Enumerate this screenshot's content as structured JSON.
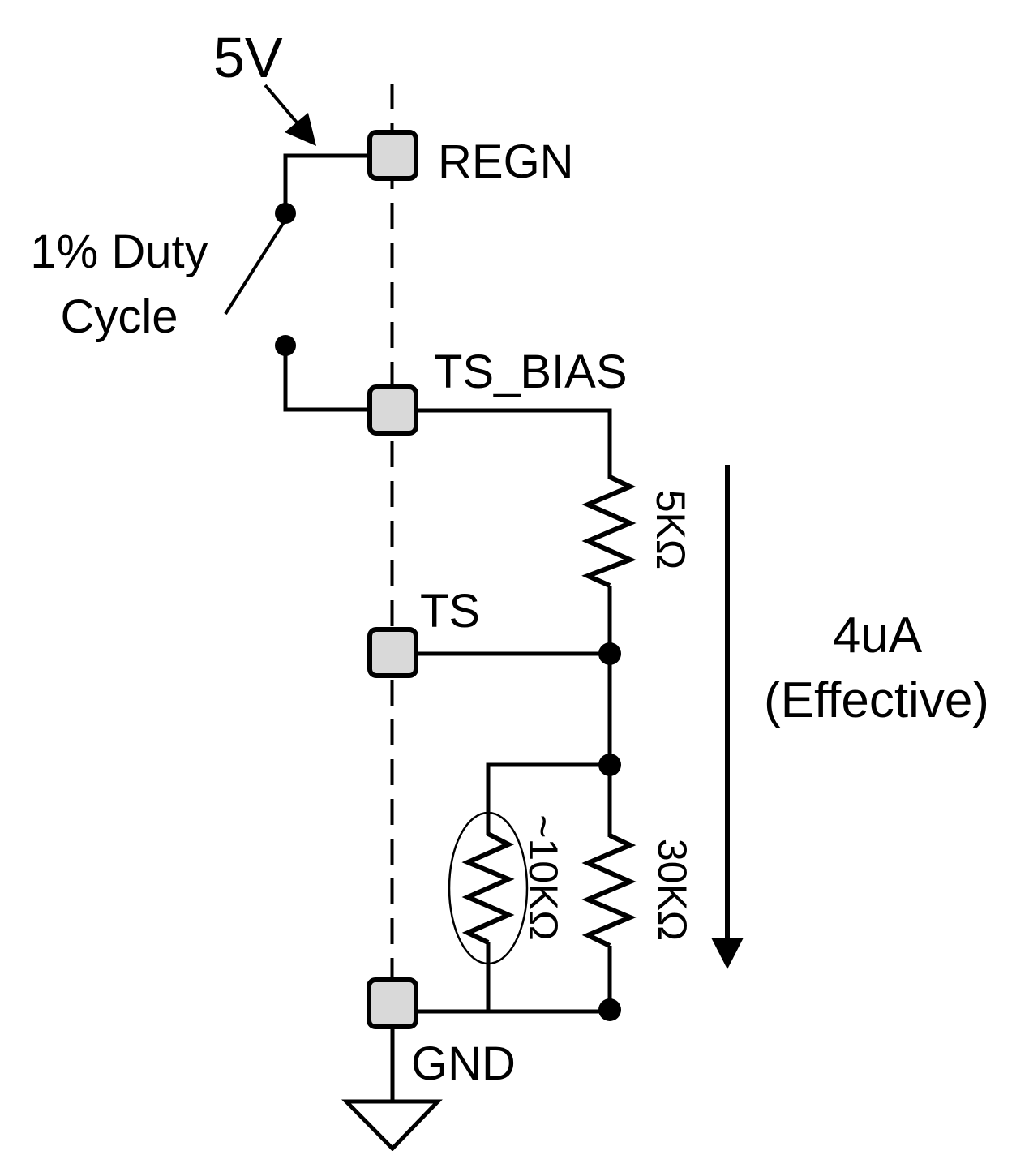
{
  "labels": {
    "supply": "5V",
    "duty_cycle_line1": "1% Duty",
    "duty_cycle_line2": "Cycle"
  },
  "pins": {
    "regn": "REGN",
    "ts_bias": "TS_BIAS",
    "ts": "TS",
    "gnd": "GND"
  },
  "resistors": {
    "bias": "5KΩ",
    "internal": "30KΩ",
    "thermistor": "~10KΩ"
  },
  "current": {
    "value": "4uA",
    "qualifier": "(Effective)",
    "color": "#00B050"
  },
  "colors": {
    "pin_fill": "#D9D9D9",
    "line": "#000000",
    "background": "#FFFFFF"
  }
}
